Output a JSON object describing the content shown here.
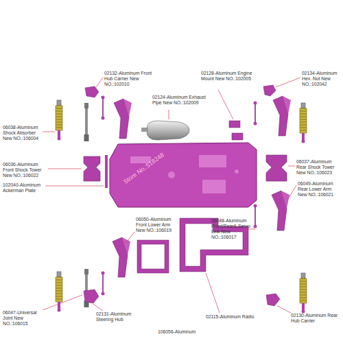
{
  "diagram": {
    "labels": [
      "02132-Aluminum Front Hub Carrier New NO.:102010",
      "02128-Aluminum Engine Mount New NO.:102005",
      "02134-Aluminum Hex. Nut New NO.:102042",
      "02124-Aluminum Exhaust Pipe New NO.:102009",
      "06038-Aluminum Shock Absorber New NO.:106004",
      "06036-Aluminum Front Shock Tower New NO.:106022",
      "102040-Aluminum Ackerman Plate",
      "06037-Aluminum Rear Shock Tower New NO.:106023",
      "06049-Aluminum Rear Lower Arm New NO.:106021",
      "06050-Aluminum Front Lower Arm New NO.:106019",
      "06048-Aluminum Front/Rear& Servo Link New NO.:106017",
      "06047-Universal Joint New NO.:106015",
      "02131-Aluminum Steering Hub",
      "106056-Aluminum",
      "02115-Aluminum Radio",
      "02130-Aluminum Rear Hub Carrier",
      "Store No.:518248"
    ]
  }
}
